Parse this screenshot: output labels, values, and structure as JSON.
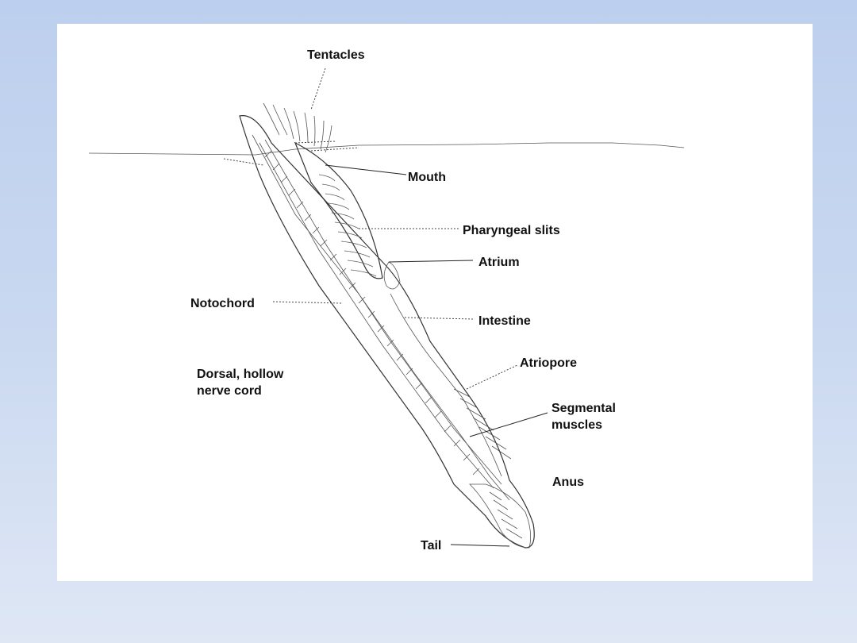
{
  "labels": {
    "tentacles": "Tentacles",
    "mouth": "Mouth",
    "pharyngeal_slits": "Pharyngeal slits",
    "atrium": "Atrium",
    "notochord": "Notochord",
    "intestine": "Intestine",
    "dorsal_line1": "Dorsal, hollow",
    "dorsal_line2": "nerve cord",
    "atriopore": "Atriopore",
    "segmental_line1": "Segmental",
    "segmental_line2": "muscles",
    "anus": "Anus",
    "tail": "Tail"
  },
  "colors": {
    "background_top": "#bccfee",
    "background_bottom": "#dfe7f5",
    "panel": "#ffffff",
    "line_art": "#333333",
    "label_text": "#111111"
  }
}
